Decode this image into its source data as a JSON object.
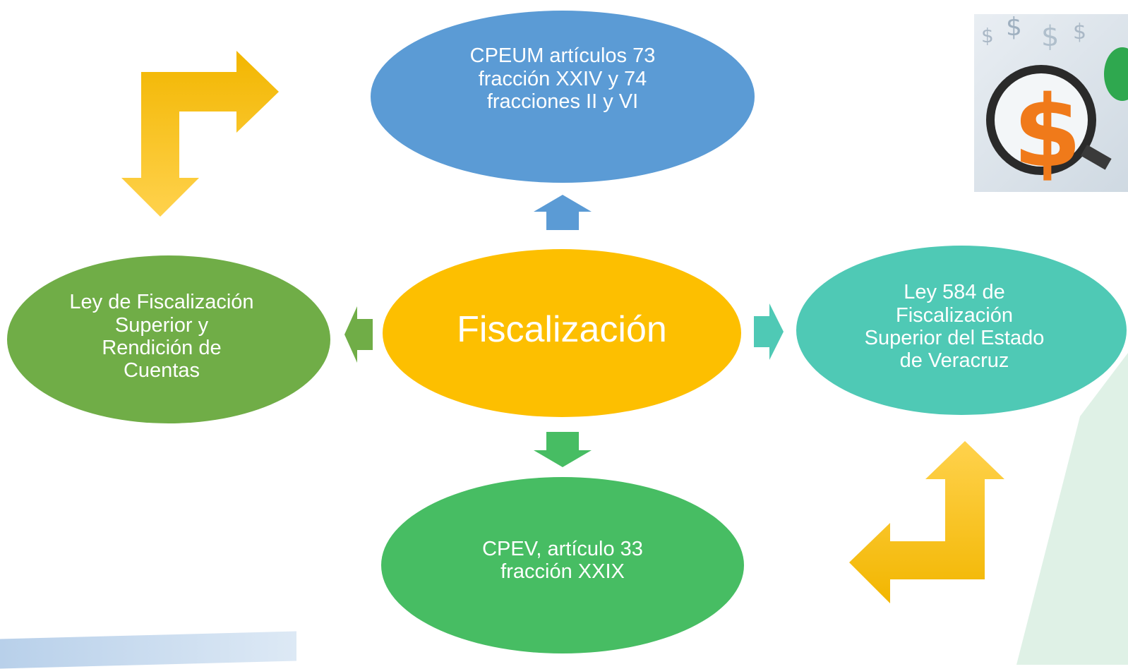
{
  "diagram": {
    "center": {
      "label": "Fiscalización",
      "color": "#FDBF00"
    },
    "nodes": {
      "top": {
        "label": "CPEUM artículos 73\nfracción XXIV y 74\nfracciones II y VI",
        "color": "#5B9BD5"
      },
      "left": {
        "label": "Ley de Fiscalización\nSuperior  y\nRendición de\nCuentas",
        "color": "#70AD47"
      },
      "right": {
        "label": "Ley 584 de\nFiscalización\nSuperior del Estado\nde Veracruz",
        "color": "#4FC9B5"
      },
      "bottom": {
        "label": "CPEV, artículo 33\nfracción XXIX",
        "color": "#47BD63"
      }
    },
    "arrow_colors": {
      "up": "#5B9BD5",
      "down": "#47BD63",
      "left": "#70AD47",
      "right": "#4FC9B5",
      "bent": "#F5B800"
    }
  },
  "image": {
    "description_icon": "magnifier-dollar-icon"
  }
}
